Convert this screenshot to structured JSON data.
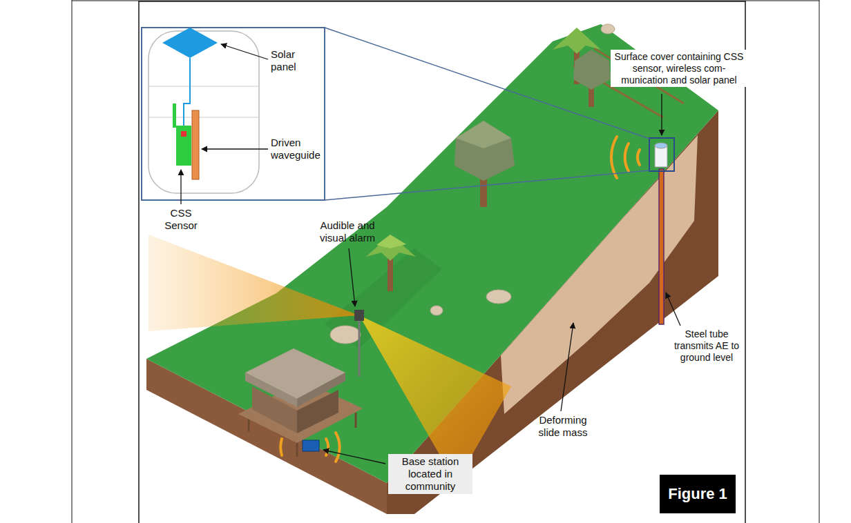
{
  "diagram": {
    "nodes": [
      {
        "text": [
          "Figure 1"
        ]
      }
    ],
    "labels": [
      "Solar panel",
      "Surface cover containing CSS sensor, wireless com- munication and solar panel",
      "Driven waveguide",
      "CSS Sensor",
      "Audible and visual alarm",
      "Steel tube transmits AE to ground level",
      "Deforming slide mass",
      "Base station located in community"
    ]
  }
}
